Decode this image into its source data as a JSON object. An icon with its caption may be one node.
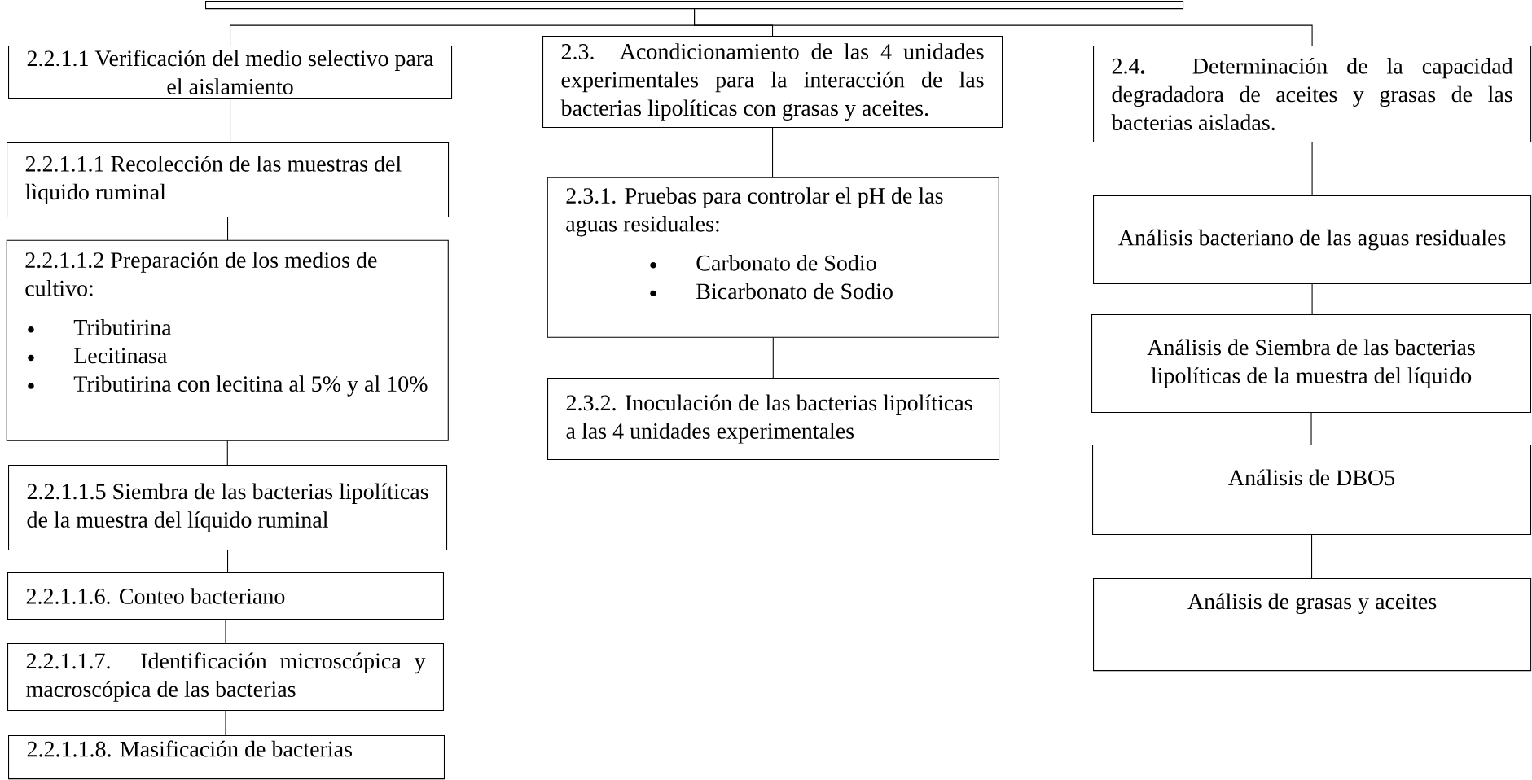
{
  "diagram": {
    "nodes": [
      {
        "text": [],
        "shape": "box"
      },
      {
        "text": [
          "2.2.1.1 Verificación del medio selectivo para el aislamiento"
        ]
      },
      {
        "text": [
          "2.2.1.1.1 Recolección de las muestras del lìquido ruminal"
        ]
      },
      {
        "text": [
          "2.2.1.1.2 Preparación de los medios de cultivo:",
          "Tributirina",
          "Lecitinasa",
          "Tributirina con lecitina al 5% y al 10%"
        ]
      },
      {
        "text": [
          "2.2.1.1.5 Siembra de las bacterias lipolíticas de la muestra del líquido ruminal"
        ]
      },
      {
        "text": [
          "2.2.1.1.6. Conteo bacteriano"
        ]
      },
      {
        "text": [
          "2.2.1.1.7. Identificación microscópica y macroscópica de las bacterias"
        ]
      },
      {
        "text": [
          "2.2.1.1.8. Masificación de bacterias"
        ]
      },
      {
        "text": [
          "2.3. Acondicionamiento de las 4 unidades experimentales para la interacción de las bacterias lipolíticas con grasas y aceites."
        ]
      },
      {
        "text": [
          "2.3.1. Pruebas para controlar el pH de las aguas residuales:",
          "Carbonato de Sodio",
          "Bicarbonato de Sodio"
        ]
      },
      {
        "text": [
          "2.3.2. Inoculación de las bacterias lipolíticas a las 4 unidades experimentales"
        ]
      },
      {
        "text": [
          "2.4**.** Determinación de la capacidad degradadora de aceites y grasas de las bacterias aisladas."
        ]
      },
      {
        "text": [
          "Análisis bacteriano de las aguas residuales"
        ]
      },
      {
        "text": [
          "Análisis de Siembra de las bacterias lipolíticas de la muestra del líquido"
        ]
      },
      {
        "text": [
          "Análisis de DBO5"
        ]
      },
      {
        "text": [
          "Análisis de grasas y aceites"
        ]
      }
    ],
    "edges": [
      {
        "from": 0,
        "to": 1,
        "arrow": "none"
      },
      {
        "from": 0,
        "to": 8,
        "arrow": "none"
      },
      {
        "from": 0,
        "to": 11,
        "arrow": "none"
      },
      {
        "from": 1,
        "to": 2,
        "arrow": "none"
      },
      {
        "from": 2,
        "to": 3,
        "arrow": "none"
      },
      {
        "from": 3,
        "to": 4,
        "arrow": "none"
      },
      {
        "from": 4,
        "to": 5,
        "arrow": "none"
      },
      {
        "from": 5,
        "to": 6,
        "arrow": "none"
      },
      {
        "from": 6,
        "to": 7,
        "arrow": "none"
      },
      {
        "from": 8,
        "to": 9,
        "arrow": "none"
      },
      {
        "from": 9,
        "to": 10,
        "arrow": "none"
      },
      {
        "from": 11,
        "to": 12,
        "arrow": "none"
      },
      {
        "from": 12,
        "to": 13,
        "arrow": "none"
      },
      {
        "from": 13,
        "to": 14,
        "arrow": "none"
      },
      {
        "from": 14,
        "to": 15,
        "arrow": "none"
      }
    ]
  }
}
